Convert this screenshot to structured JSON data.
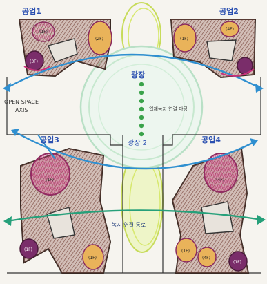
{
  "zones": {
    "top_left": {
      "label": "공업1",
      "pods": [
        "(1F)",
        "(2F)",
        "(3F)"
      ]
    },
    "top_right": {
      "label": "공업2",
      "pods": [
        "(1F)",
        "(4F)"
      ]
    },
    "bottom_left": {
      "label": "공업3",
      "pods": [
        "(1F)",
        "(1F)",
        "(1F)"
      ]
    },
    "bottom_right": {
      "label": "공업4",
      "pods": [
        "(4F)",
        "(1F)",
        "(4F)",
        "(1F)"
      ]
    }
  },
  "center": {
    "plaza_top": "광장",
    "plaza_bottom": "광장 2",
    "link_note": "입체녹지 연결 마당",
    "green_corridor": "녹지 연결 통로"
  },
  "axis_label": {
    "line1": "OPEN SPACE",
    "line2": "AXIS"
  },
  "colors": {
    "green": "#bcd94a",
    "blue": "#2f8fd0",
    "teal": "#26a07a",
    "magenta": "#c9307a",
    "orange": "#e3a23a",
    "brown": "#5a3b2a"
  }
}
